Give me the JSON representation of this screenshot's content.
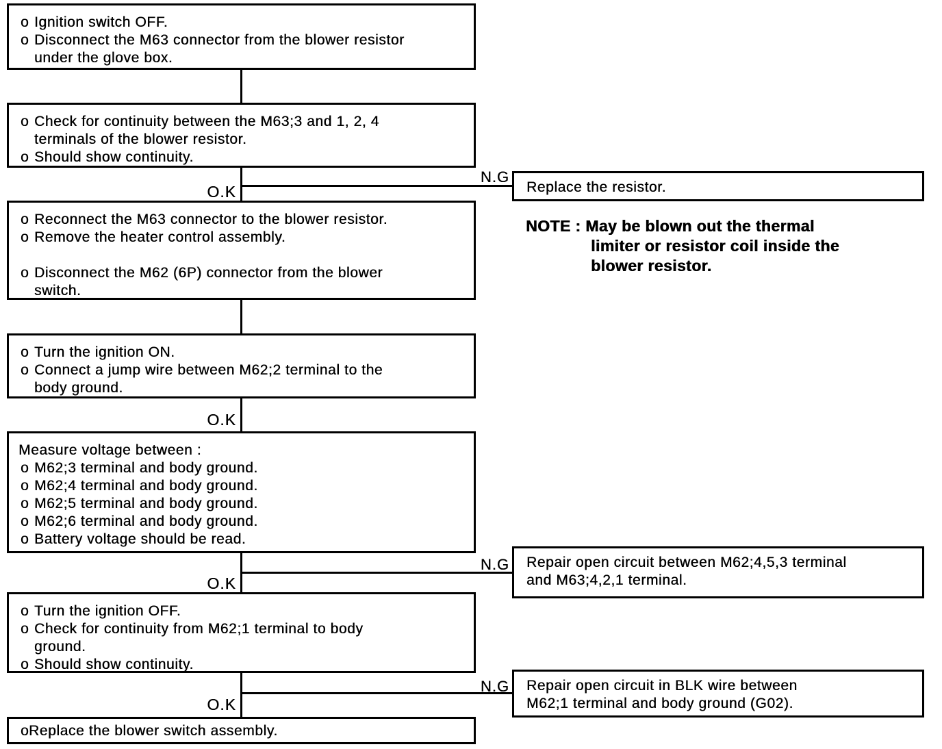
{
  "labels": {
    "ok": "O.K",
    "ng": "N.G",
    "bullet": "o"
  },
  "colors": {
    "ink": "#000000",
    "paper": "#ffffff"
  },
  "steps": [
    {
      "lines": [
        {
          "kind": "bullet",
          "text": "Ignition switch OFF."
        },
        {
          "kind": "bullet",
          "text": "Disconnect the M63 connector from the blower resistor"
        },
        {
          "kind": "cont",
          "text": "under the glove box."
        }
      ]
    },
    {
      "lines": [
        {
          "kind": "bullet",
          "text": "Check for continuity between the M63;3 and 1, 2, 4"
        },
        {
          "kind": "cont",
          "text": "terminals of the blower resistor."
        },
        {
          "kind": "bullet",
          "text": "Should show continuity."
        }
      ]
    },
    {
      "lines": [
        {
          "kind": "bullet",
          "text": "Reconnect the M63 connector to the blower resistor."
        },
        {
          "kind": "bullet",
          "text": "Remove the heater control assembly."
        },
        {
          "kind": "gap",
          "text": ""
        },
        {
          "kind": "bullet",
          "text": "Disconnect the M62 (6P) connector from the blower"
        },
        {
          "kind": "cont",
          "text": "switch."
        }
      ]
    },
    {
      "lines": [
        {
          "kind": "bullet",
          "text": "Turn the ignition ON."
        },
        {
          "kind": "bullet",
          "text": "Connect a jump wire between M62;2 terminal to the"
        },
        {
          "kind": "cont",
          "text": "body ground."
        }
      ]
    },
    {
      "lines": [
        {
          "kind": "plain",
          "text": "Measure voltage between :"
        },
        {
          "kind": "bullet",
          "text": "M62;3 terminal and body ground."
        },
        {
          "kind": "bullet",
          "text": "M62;4 terminal and body ground."
        },
        {
          "kind": "bullet",
          "text": "M62;5 terminal and body ground."
        },
        {
          "kind": "bullet",
          "text": "M62;6 terminal and body ground."
        },
        {
          "kind": "bullet",
          "text": "Battery voltage should be read."
        }
      ]
    },
    {
      "lines": [
        {
          "kind": "bullet",
          "text": "Turn the ignition OFF."
        },
        {
          "kind": "bullet",
          "text": "Check for continuity from M62;1 terminal to body"
        },
        {
          "kind": "cont",
          "text": "ground."
        },
        {
          "kind": "bullet",
          "text": "Should show continuity."
        }
      ]
    },
    {
      "lines": [
        {
          "kind": "bullet",
          "text": "Replace the blower switch assembly."
        }
      ]
    }
  ],
  "results": [
    {
      "lines": [
        "Replace the resistor."
      ]
    },
    {
      "lines": [
        "Repair open circuit between M62;4,5,3 terminal",
        "and M63;4,2,1 terminal."
      ]
    },
    {
      "lines": [
        "Repair open circuit in BLK wire between",
        "M62;1 terminal and body ground (G02)."
      ]
    }
  ],
  "note": {
    "lines": [
      "NOTE : May be blown out the thermal",
      "limiter or resistor coil inside the",
      "blower resistor."
    ]
  }
}
